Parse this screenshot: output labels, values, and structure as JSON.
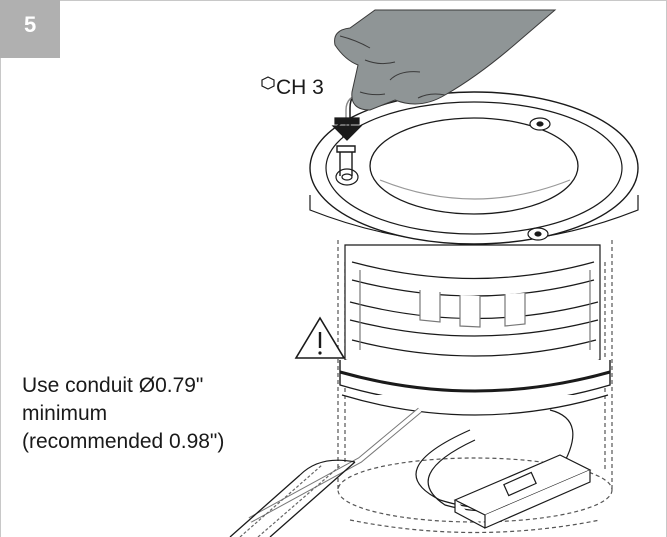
{
  "step": {
    "number": "5"
  },
  "tool": {
    "label": "CH 3",
    "icon": "hex-key-icon"
  },
  "warning": {
    "icon": "warning-triangle-icon"
  },
  "note": {
    "line1": "Use conduit Ø0.79\"",
    "line2": "minimum",
    "line3": "(recommended 0.98\")"
  },
  "colors": {
    "badge": "#b0b0b0",
    "glove": "#8f9596",
    "line": "#1a1a1a"
  }
}
